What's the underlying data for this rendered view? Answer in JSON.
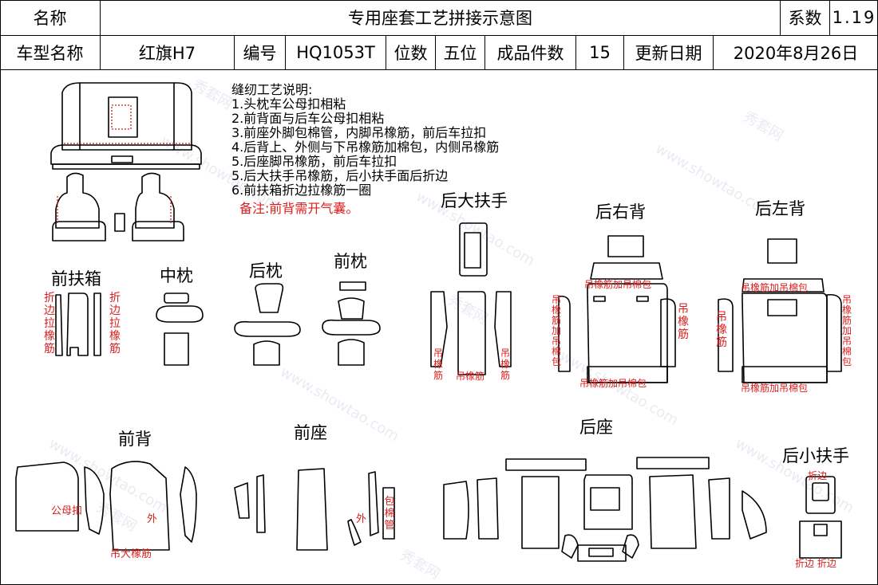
{
  "header": {
    "name_label": "名称",
    "title": "专用座套工艺拼接示意图",
    "coef_label": "系数",
    "coef_value": "1.19",
    "car_model_label": "车型名称",
    "car_model": "红旗H7",
    "code_label": "编号",
    "code": "HQ1053T",
    "seats_label": "位数",
    "seats": "五位",
    "pieces_label": "成品件数",
    "pieces": "15",
    "date_label": "更新日期",
    "date": "2020年8月26日"
  },
  "instructions": {
    "title": "缝纫工艺说明:",
    "steps": [
      "1.头枕车公母扣相粘",
      "2.前背面与后车公母扣相粘",
      "3.前座外脚包棉管，内脚吊橡筋，前后车拉扣",
      "4.后背上、外侧与下吊橡筋加棉包，内侧吊橡筋",
      "5.后座脚吊橡筋，前后车拉扣",
      "5.后大扶手吊橡筋，后小扶手面后折边",
      "6.前扶箱折边拉橡筋一圈"
    ],
    "remark": "备注:前背需开气囊。"
  },
  "sections": {
    "front_armbox": "前扶箱",
    "mid_pillow": "中枕",
    "rear_pillow": "后枕",
    "front_pillow": "前枕",
    "rear_big_armrest": "后大扶手",
    "rear_right_back": "后右背",
    "rear_left_back": "后左背",
    "front_back": "前背",
    "front_seat": "前座",
    "rear_seat": "后座",
    "rear_small_armrest": "后小扶手"
  },
  "annotations": {
    "fold_edge_elastic": "折边拉橡筋",
    "hang_elastic": "吊橡筋",
    "hang_elastic_cotton": "吊橡筋加吊棉包",
    "hang_elastic_cotton_bottom": "吊橡筋加吊棉包",
    "hang_elastic_cotton_left": "吊橡筋加吊棉包",
    "hang_elastic_cotton_left_bottom": "吊橡筋加吊棉包",
    "right_side_hang": "吊橡筋",
    "left_side_vertical": "吊橡筋加吊棉包",
    "snap": "公母扣",
    "outer": "外",
    "hang_big_elastic": "吊大橡筋",
    "cotton_tube": "包棉管",
    "fold_edge": "折边",
    "fold_edge_pair": "折边 折边"
  },
  "watermark": {
    "site": "www.showtao.com",
    "brand": "秀套网"
  },
  "colors": {
    "line": "#000000",
    "annotation": "#d91e1e",
    "watermark": "#9aa7c9"
  }
}
